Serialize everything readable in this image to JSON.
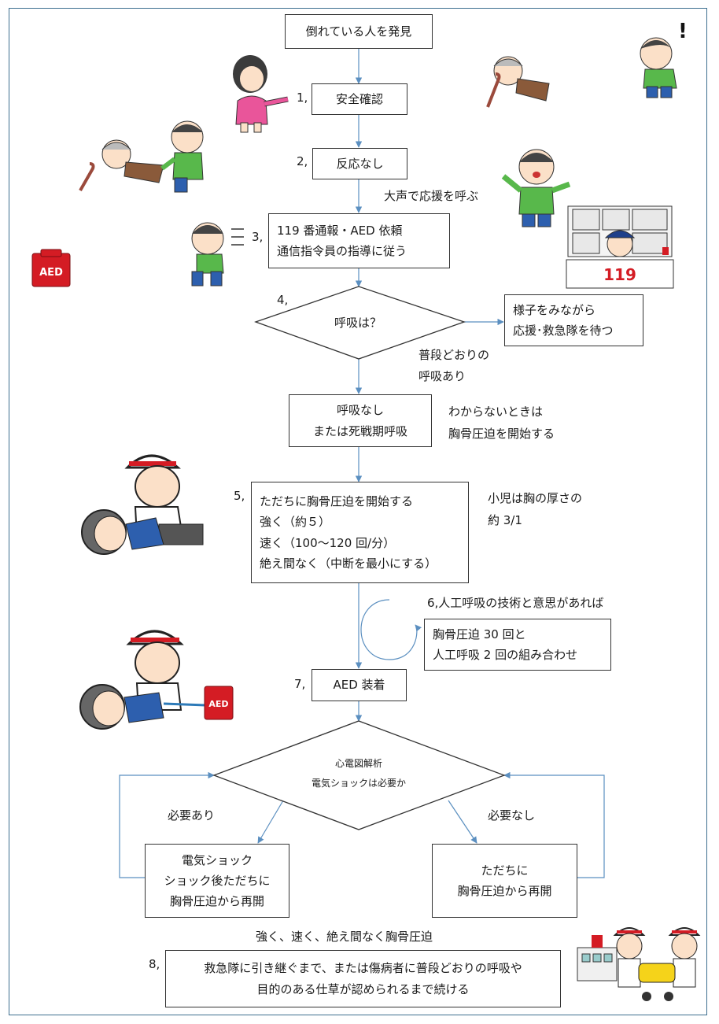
{
  "start": "倒れている人を発見",
  "steps": {
    "s1": {
      "num": "1,",
      "label": "安全確認"
    },
    "s2": {
      "num": "2,",
      "label": "反応なし"
    },
    "shout": "大声で応援を呼ぶ",
    "s3": {
      "num": "3,",
      "lines": [
        "119 番通報・AED 依頼",
        "通信指令員の指導に従う"
      ]
    },
    "s4": {
      "num": "4,",
      "question": "呼吸は？"
    },
    "normal_breathing": {
      "label_lines": [
        "普段どおりの",
        "呼吸あり"
      ],
      "box_lines": [
        "様子をみながら",
        "応援･救急隊を待つ"
      ]
    },
    "no_breathing": {
      "lines": [
        "呼吸なし",
        "または死戦期呼吸"
      ],
      "note_lines": [
        "わからないときは",
        "胸骨圧迫を開始する"
      ]
    },
    "s5": {
      "num": "5,",
      "lines": [
        "ただちに胸骨圧迫を開始する",
        "強く（約５）",
        "速く（100～120 回/分）",
        "絶え間なく（中断を最小にする）"
      ],
      "note_lines": [
        "小児は胸の厚さの",
        "約 3/1"
      ]
    },
    "s6": {
      "label": "6,人工呼吸の技術と意思があれば",
      "lines": [
        "胸骨圧迫 30 回と",
        "人工呼吸 2 回の組み合わせ"
      ]
    },
    "s7": {
      "num": "7,",
      "label": "AED 装着"
    },
    "analysis": {
      "lines": [
        "心電図解析",
        "電気ショックは必要か"
      ]
    },
    "shock_needed": {
      "label": "必要あり",
      "lines": [
        "電気ショック",
        "ショック後ただちに",
        "胸骨圧迫から再開"
      ]
    },
    "shock_not_needed": {
      "label": "必要なし",
      "lines": [
        "ただちに",
        "胸骨圧迫から再開"
      ]
    },
    "continue_label": "強く、速く、絶え間なく胸骨圧迫",
    "s8": {
      "num": "8,",
      "lines": [
        "救急隊に引き継ぐまで、または傷病者に普段どおりの呼吸や",
        "目的のある仕草が認められるまで続ける"
      ]
    },
    "illustrations": {
      "aed_text": "AED",
      "emergency_number": "119"
    },
    "colors": {
      "connector": "#5b8fc0",
      "frame": "#3d6f8f",
      "aed_red": "#d41c24",
      "box_border": "#333333"
    }
  }
}
